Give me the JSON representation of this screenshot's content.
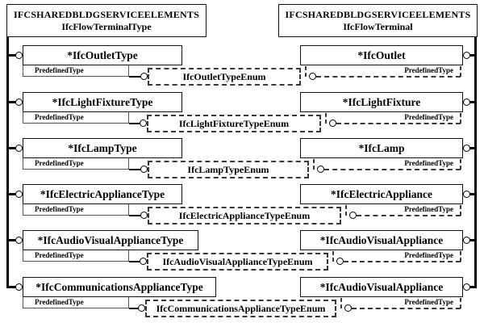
{
  "left_package": {
    "line1": "IFCSHAREDBLDGSERVICEELEMENTS",
    "line2": "IfcFlowTerminalType"
  },
  "right_package": {
    "line1": "IFCSHAREDBLDGSERVICEELEMENTS",
    "line2": "IfcFlowTerminal"
  },
  "rows": [
    {
      "left_entity": "*IfcOutletType",
      "left_attribute": "PredefinedType",
      "enum": "IfcOutletTypeEnum",
      "right_attribute": "PredefinedType",
      "right_entity": "*IfcOutlet"
    },
    {
      "left_entity": "*IfcLightFixtureType",
      "left_attribute": "PredefinedType",
      "enum": "IfcLightFixtureTypeEnum",
      "right_attribute": "PredefinedType",
      "right_entity": "*IfcLightFixture"
    },
    {
      "left_entity": "*IfcLampType",
      "left_attribute": "PredefinedType",
      "enum": "IfcLampTypeEnum",
      "right_attribute": "PredefinedType",
      "right_entity": "*IfcLamp"
    },
    {
      "left_entity": "*IfcElectricApplianceType",
      "left_attribute": "PredefinedType",
      "enum": "IfcElectricApplianceTypeEnum",
      "right_attribute": "PredefinedType",
      "right_entity": "*IfcElectricAppliance"
    },
    {
      "left_entity": "*IfcAudioVisualApplianceType",
      "left_attribute": "PredefinedType",
      "enum": "IfcAudioVisualApplianceTypeEnum",
      "right_attribute": "PredefinedType",
      "right_entity": "*IfcAudioVisualAppliance"
    },
    {
      "left_entity": "*IfcCommunicationsApplianceType",
      "left_attribute": "PredefinedType",
      "enum": "IfcCommunicationsApplianceTypeEnum",
      "right_attribute": "PredefinedType",
      "right_entity": "*IfcAudioVisualAppliance"
    }
  ],
  "colors": {
    "line": "#000000",
    "dash": "#383838",
    "background": "#ffffff"
  }
}
